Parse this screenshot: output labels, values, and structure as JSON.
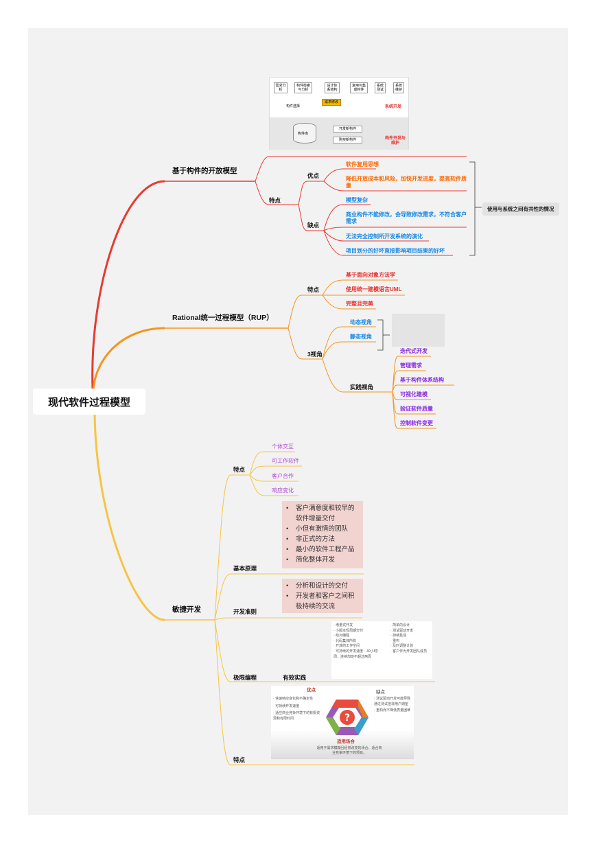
{
  "root": "现代软件过程模型",
  "branch1": {
    "title": "基于构件的开放模型",
    "feature": "特点",
    "pros_label": "优点",
    "pros": [
      "软件复用思想",
      "降低开放成本和风险，加快开发进度，提高软件质量"
    ],
    "cons_label": "缺点",
    "cons": [
      "模型复杂",
      "商业构件不能修改，会导致修改需求，不符合客户需求",
      "无法完全控制所开发系统的演化",
      "项目划分的好坏直接影响项目结果的好坏"
    ],
    "note": "使用与系统之间有共性的情况",
    "figure": {
      "boxes": [
        "需求分析",
        "构件检索与分析",
        "设计体系结构",
        "复用与集成构件",
        "系统测试",
        "系统维护"
      ],
      "req_change": "需求修改",
      "component_select": "构件选择",
      "sys_dev": "系统开发",
      "repo": "构件库",
      "new_comp": "开发新构件",
      "buy_comp": "购买新构件",
      "comp_dev": "构件开发与维护"
    }
  },
  "branch2": {
    "title": "Rational统一过程模型（RUP）",
    "feature": "特点",
    "features": [
      "基于面向对象方法学",
      "使用统一建模语言UML",
      "完整且完美"
    ],
    "views_label": "3视角",
    "dynamic": "动态视角",
    "static": "静态视角",
    "practice_label": "实践视角",
    "practices": [
      "迭代式开发",
      "管理需求",
      "基于构件体系结构",
      "可视化建模",
      "验证软件质量",
      "控制软件变更"
    ]
  },
  "branch3": {
    "title": "敏捷开发",
    "feature": "特点",
    "features": [
      "个体交互",
      "可工作软件",
      "客户合作",
      "响应变化"
    ],
    "principle_label": "基本原理",
    "principles": [
      "客户满意度和较早的软件增量交付",
      "小但有激情的团队",
      "非正式的方法",
      "最小的软件工程产品",
      "简化整体开发"
    ],
    "rule_label": "开发准则",
    "rules": [
      "分析和设计的交付",
      "开发者和客户之间积极持续的交流"
    ],
    "xp_label": "极限编程",
    "practice_label": "有效实践",
    "xp_left": [
      "增量式开发",
      "小版本短周期交付",
      "结对编程",
      "代码集体所有",
      "开放的工作空间",
      "可持续的开发速度：40小时/周，连续加班不超过两周"
    ],
    "xp_right": [
      "简单的设计",
      "测试驱动开发",
      "持续集成",
      "重构",
      "及时调整计划",
      "客户作为开发团队成员"
    ],
    "feature2_label": "特点",
    "pros_title": "优点",
    "pros": [
      "快速响应变化和不确定性",
      "可持续开发速度",
      "适应商业竞争环境下的有限资源和有限时间"
    ],
    "cons_title": "缺点",
    "cons": [
      "测试驱动开发可能导致通过测试但非用户期望",
      "重构而不降低质量困难"
    ],
    "fit_title": "适用场合",
    "fit_text": "适用于需求模糊且经常改变的场合，适合商业竞争环境下的项目。"
  },
  "colors": {
    "red_branch": "#e83a30",
    "orange_branch": "#f7941d",
    "yellow_branch": "#f5c542",
    "orange_text": "#ff6a00",
    "blue_text": "#1689e6",
    "red_text": "#e8302a",
    "purple_text": "#8a2be2",
    "pink_box": "#f1d3d0"
  }
}
